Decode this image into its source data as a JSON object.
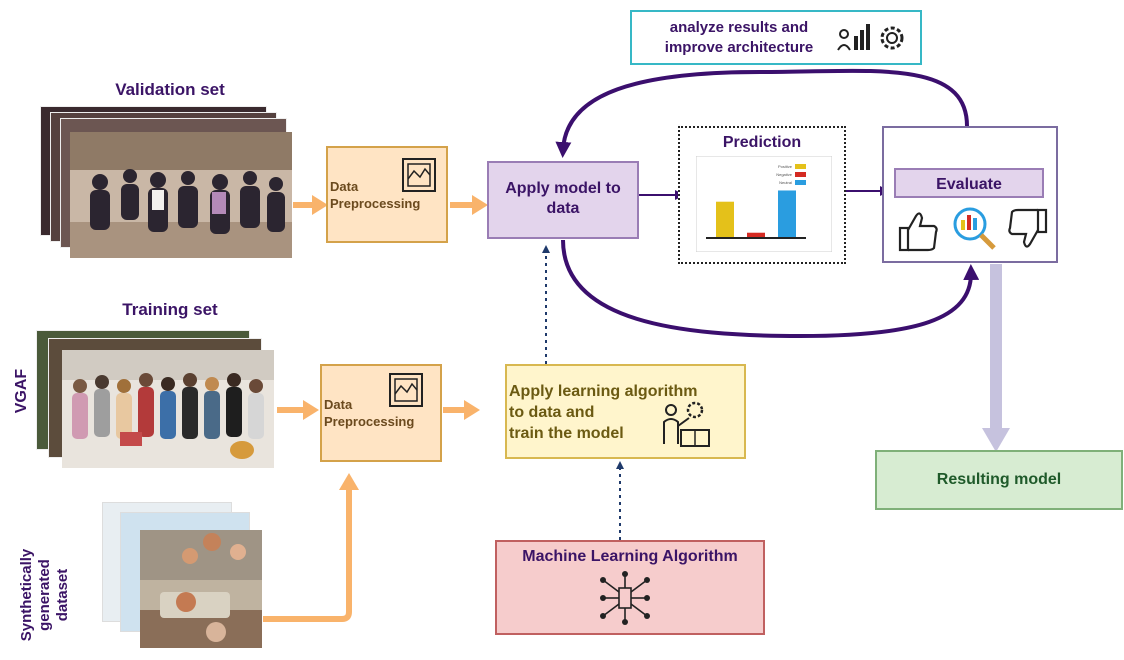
{
  "labels": {
    "validation_set": "Validation set",
    "training_set": "Training set",
    "vgaf": "VGAF",
    "synthetic": [
      "Synthetically",
      "generated",
      "dataset"
    ]
  },
  "boxes": {
    "preprocess_top": [
      "Data",
      "Preprocessing"
    ],
    "preprocess_bottom": [
      "Data",
      "Preprocessing"
    ],
    "apply_model": [
      "Apply model to",
      "data"
    ],
    "prediction_title": "Prediction",
    "evaluate": "Evaluate",
    "analyze": [
      "analyze results and",
      "improve architecture"
    ],
    "apply_learning": [
      "Apply learning algorithm",
      "to data and",
      "train the model"
    ],
    "ml_algorithm": "Machine Learning Algorithm",
    "resulting_model": "Resulting model"
  },
  "prediction_chart": {
    "type": "bar",
    "legend": [
      "Positive",
      "Negative",
      "Neutral"
    ],
    "values": [
      0.55,
      0.08,
      0.72
    ],
    "colors": [
      "#e4c11a",
      "#d42a22",
      "#2a9de0"
    ]
  },
  "colors": {
    "preprocess_fill": "#ffe4c4",
    "preprocess_border": "#d4a24a",
    "apply_fill": "#e3d4ec",
    "apply_border": "#9a7db5",
    "learning_fill": "#fff5cc",
    "learning_border": "#d8b850",
    "ml_fill": "#f6cccc",
    "ml_border": "#c06060",
    "result_fill": "#d7ecd2",
    "result_border": "#7fb079",
    "analyze_border": "#36b8c6",
    "arrow_purple": "#3b0f6e",
    "arrow_orange": "#f9b36b",
    "arrow_gray": "#c6c2de"
  }
}
